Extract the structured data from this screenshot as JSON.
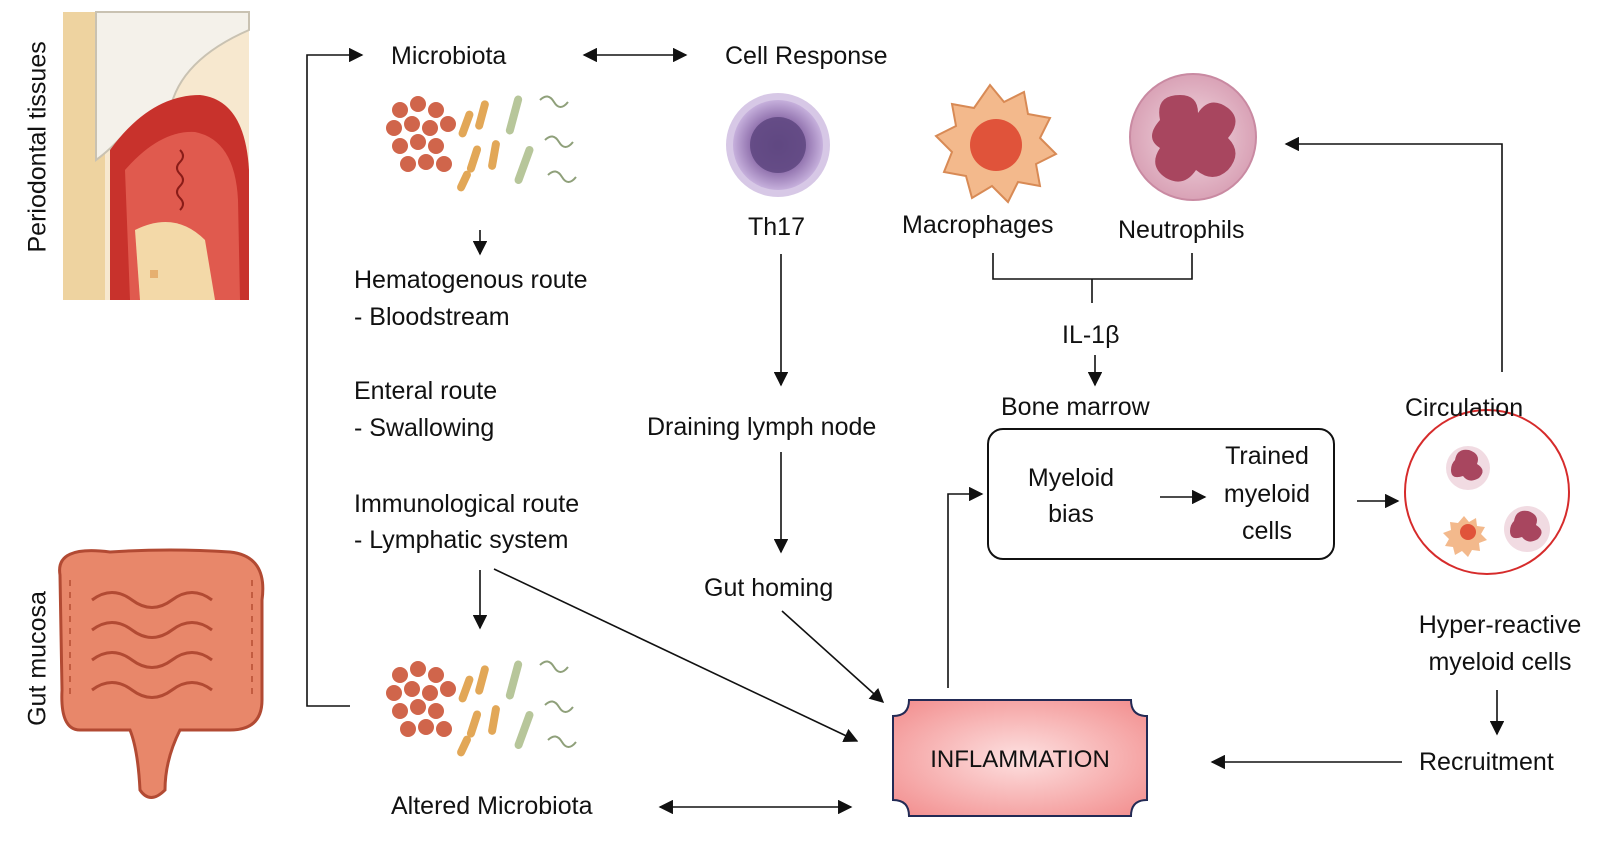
{
  "tissues": {
    "periodontal": "Periodontal tissues",
    "gut": "Gut mucosa"
  },
  "microbiota": {
    "title": "Microbiota",
    "altered": "Altered Microbiota"
  },
  "routes": {
    "hematogenous": "Hematogenous route",
    "hematogenous_sub": "- Bloodstream",
    "enteral": "Enteral route",
    "enteral_sub": "- Swallowing",
    "immunological": "Immunological route",
    "immunological_sub": "- Lymphatic system"
  },
  "cell_response": {
    "title": "Cell Response",
    "th17": "Th17",
    "macrophages": "Macrophages",
    "neutrophils": "Neutrophils",
    "il1b": "IL-1β"
  },
  "lymph": {
    "draining": "Draining lymph node",
    "gut_homing": "Gut homing"
  },
  "bone_marrow": {
    "title": "Bone marrow",
    "myeloid_bias_1": "Myeloid",
    "myeloid_bias_2": "bias",
    "trained_1": "Trained",
    "trained_2": "myeloid",
    "trained_3": "cells"
  },
  "circulation": {
    "title": "Circulation",
    "hyper_1": "Hyper-reactive",
    "hyper_2": "myeloid cells",
    "recruitment": "Recruitment"
  },
  "inflammation": "INFLAMMATION",
  "colors": {
    "tissue_red": "#c8322c",
    "gum_pink": "#e05a4e",
    "bone": "#f3d9a8",
    "gut": "#d86b4e",
    "inflammation_fill": "#f6a0a0",
    "circle_red": "#d62b2b",
    "th17": "#9b7bb8",
    "macrophage": "#f3b98c",
    "neutrophil": "#d9a9bb"
  }
}
